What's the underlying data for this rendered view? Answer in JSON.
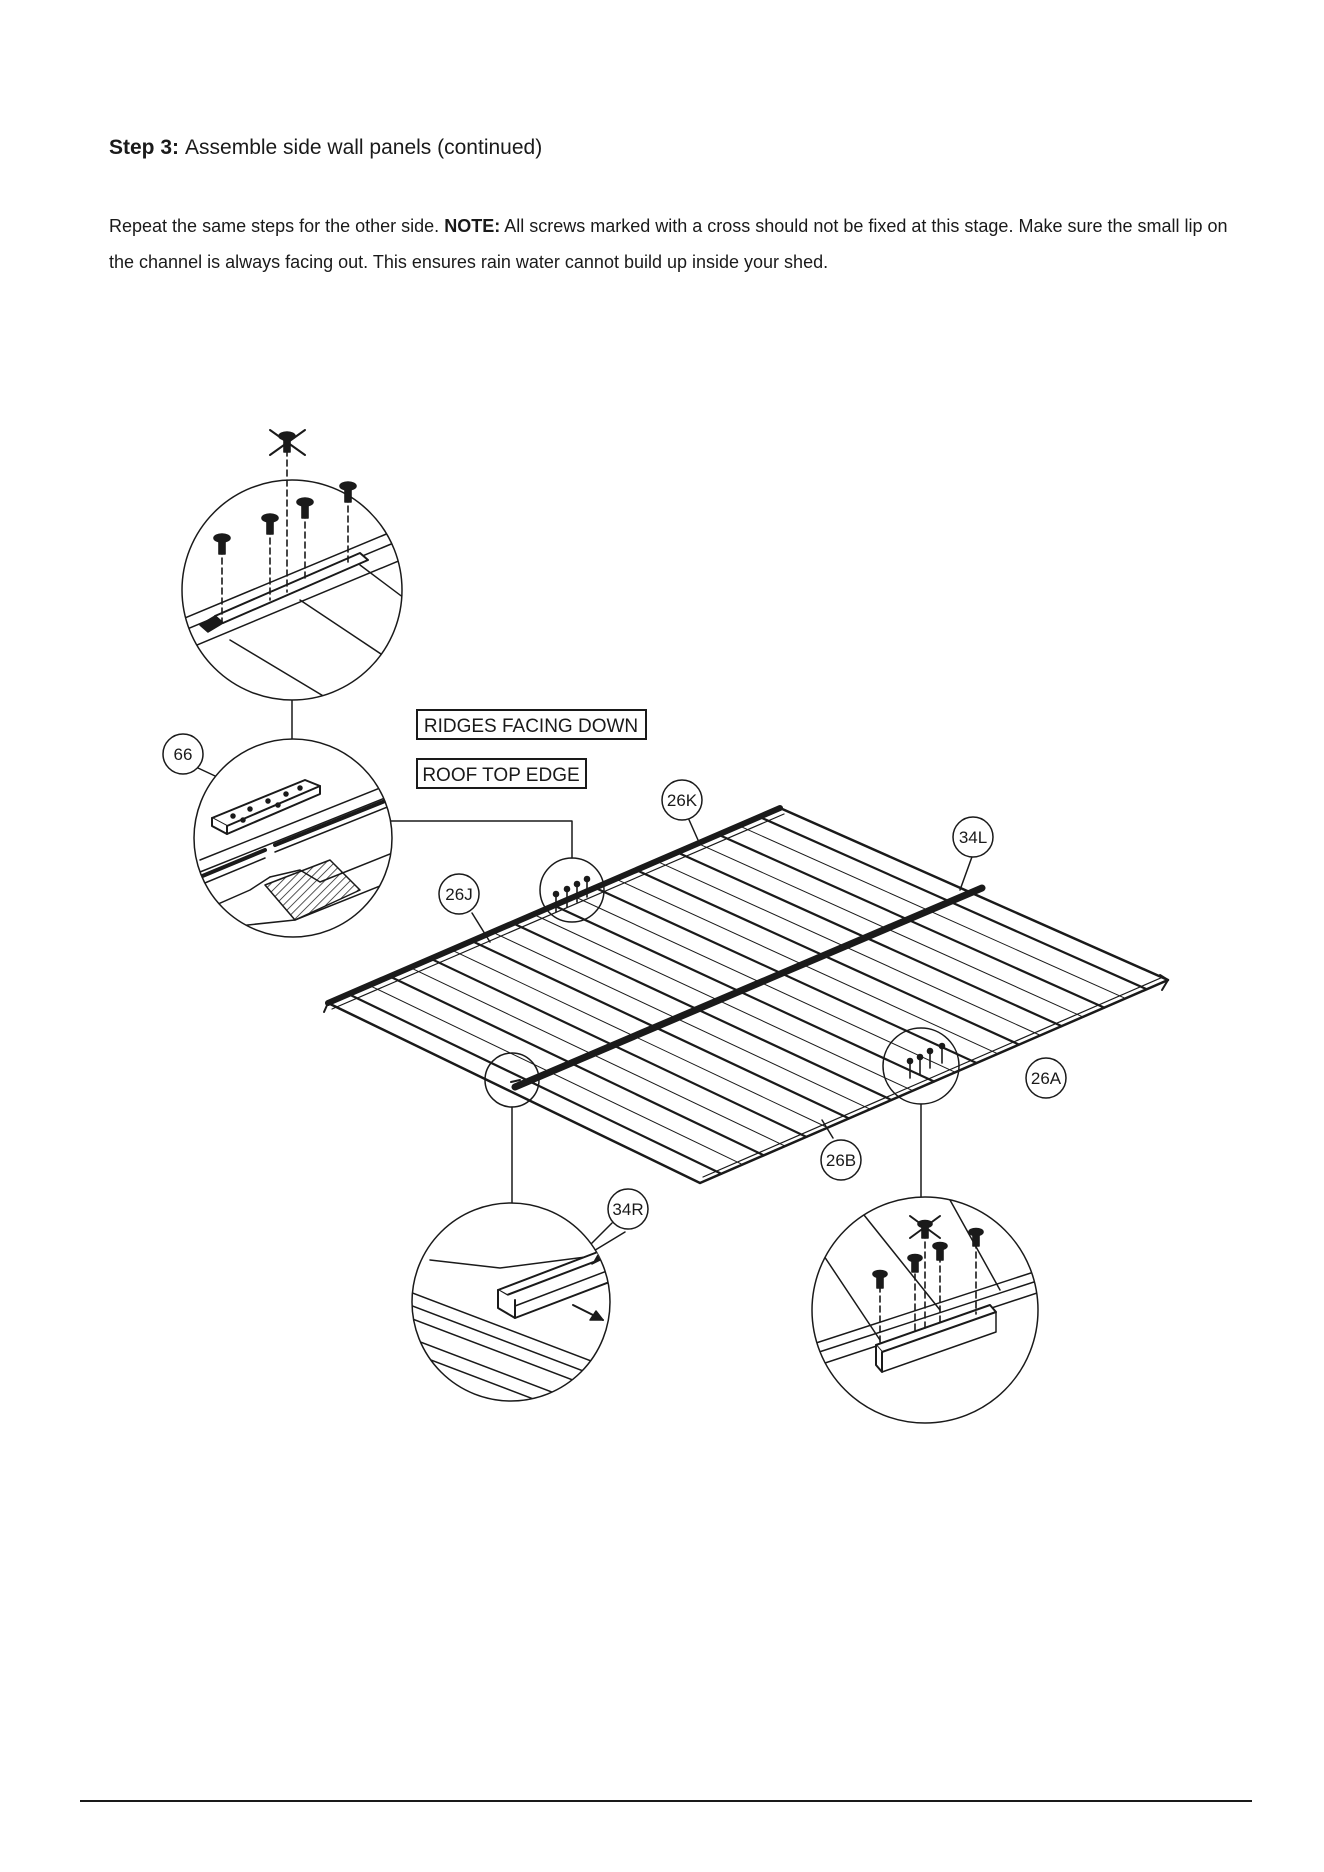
{
  "step": {
    "label": "Step 3:",
    "title": "Assemble side wall panels (continued)"
  },
  "instructions": {
    "lead": "Repeat the same steps for the other side.",
    "note_label": "NOTE:",
    "note_text": "All screws marked with a cross should not be fixed at this stage. Make sure the small lip on the channel is always facing out. This ensures rain water cannot build up inside your shed."
  },
  "diagram": {
    "boxes": {
      "ridges": "RIDGES FACING DOWN",
      "roof": "ROOF TOP EDGE"
    },
    "parts": {
      "p66": "66",
      "p26K": "26K",
      "p34L": "34L",
      "p26J": "26J",
      "p26A": "26A",
      "p26B": "26B",
      "p34R": "34R"
    }
  }
}
